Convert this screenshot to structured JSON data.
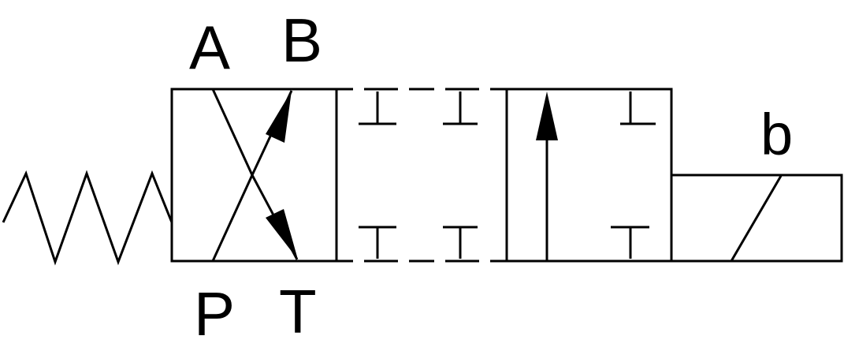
{
  "ports": {
    "a": "A",
    "b": "B",
    "p": "P",
    "t": "T"
  },
  "solenoid_label": "b",
  "colors": {
    "stroke": "#000000",
    "background": "#ffffff"
  }
}
